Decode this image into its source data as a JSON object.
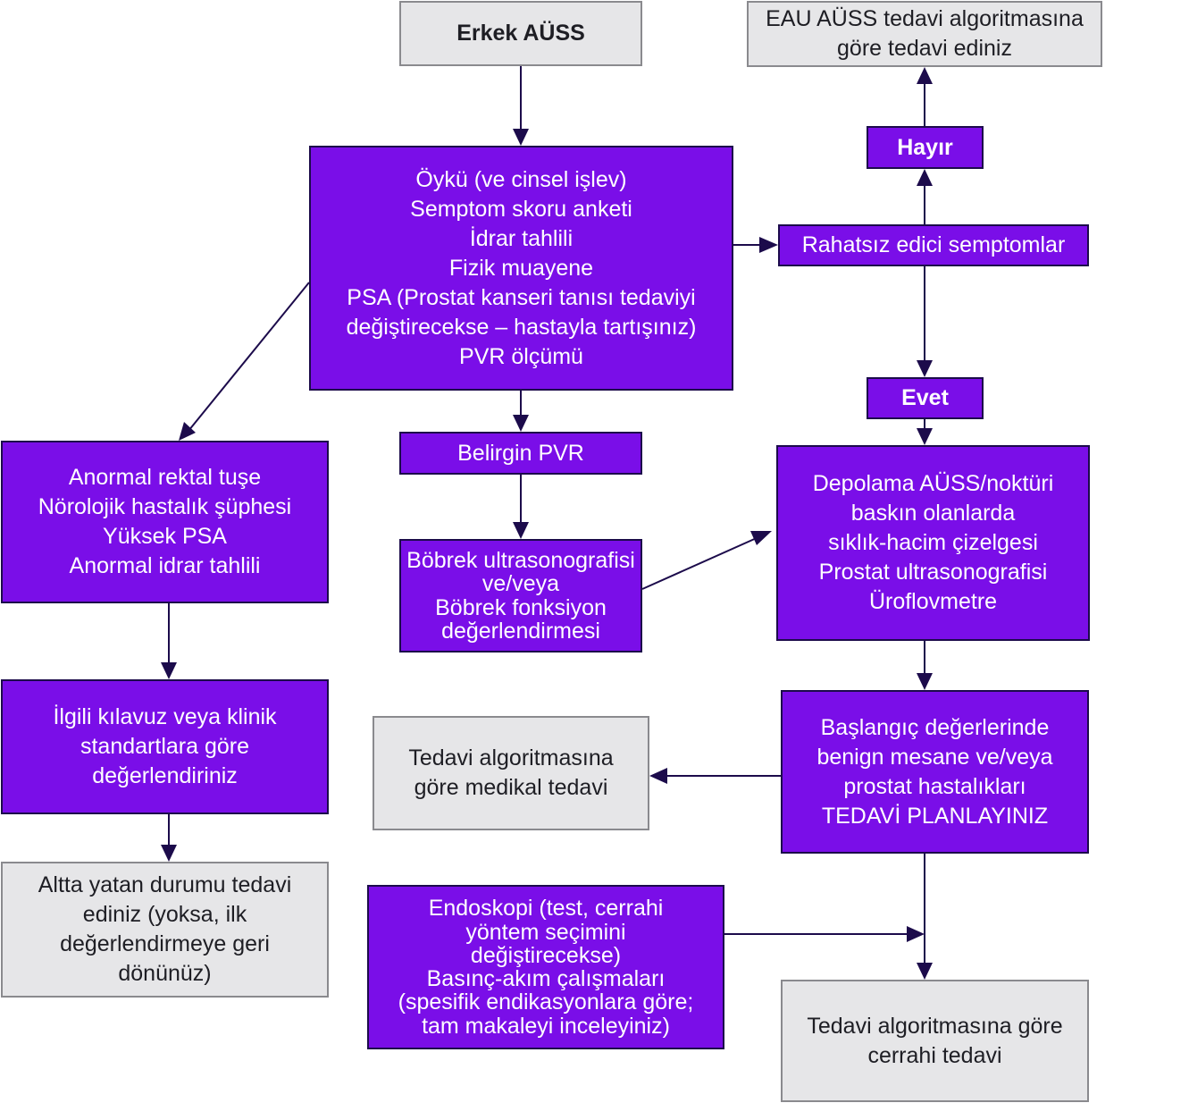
{
  "nodes": {
    "start": {
      "lines": [
        "Erkek AÜSS"
      ]
    },
    "eau": {
      "lines": [
        "EAU AÜSS tedavi algoritmasına",
        "göre tedavi ediniz"
      ]
    },
    "history": {
      "lines": [
        "Öykü (ve cinsel işlev)",
        "Semptom skoru anketi",
        "İdrar tahlili",
        "Fizik muayene",
        "PSA (Prostat kanseri tanısı tedaviyi",
        "değiştirecekse – hastayla tartışınız)",
        "PVR ölçümü"
      ]
    },
    "no": {
      "lines": [
        "Hayır"
      ]
    },
    "bothersome": {
      "lines": [
        "Rahatsız edici semptomlar"
      ]
    },
    "yes": {
      "lines": [
        "Evet"
      ]
    },
    "abnormal": {
      "lines": [
        "Anormal rektal tuşe",
        "Nörolojik hastalık şüphesi",
        "Yüksek PSA",
        "Anormal idrar tahlili"
      ]
    },
    "pvr": {
      "lines": [
        "Belirgin PVR"
      ]
    },
    "kidney": {
      "lines": [
        "Böbrek ultrasonografisi",
        "ve/veya",
        "Böbrek fonksiyon",
        "değerlendirmesi"
      ]
    },
    "storage": {
      "lines": [
        "Depolama AÜSS/noktüri",
        "baskın olanlarda",
        "sıklık-hacim çizelgesi",
        "Prostat ultrasonografisi",
        "Üroflovmetre"
      ]
    },
    "guideline": {
      "lines": [
        "İlgili kılavuz veya klinik",
        "standartlara göre",
        "değerlendiriniz"
      ]
    },
    "medical": {
      "lines": [
        "Tedavi algoritmasına",
        "göre medikal tedavi"
      ]
    },
    "plan": {
      "lines": [
        "Başlangıç değerlerinde",
        "benign mesane ve/veya",
        "prostat hastalıkları",
        "TEDAVİ PLANLAYINIZ"
      ]
    },
    "underlying": {
      "lines": [
        "Altta yatan durumu tedavi",
        "ediniz (yoksa, ilk",
        "değerlendirmeye geri",
        "dönünüz)"
      ]
    },
    "endoscopy": {
      "lines": [
        "Endoskopi (test, cerrahi",
        "yöntem seçimini",
        "değiştirecekse)",
        "Basınç-akım çalışmaları",
        "(spesifik endikasyonlara göre;",
        "tam makaleyi inceleyiniz)"
      ]
    },
    "surgical": {
      "lines": [
        "Tedavi algoritmasına göre",
        "cerrahi tedavi"
      ]
    }
  },
  "colors": {
    "purple": "#7a0ee8",
    "gray": "#e6e6e8",
    "line": "#1c0b4b"
  }
}
